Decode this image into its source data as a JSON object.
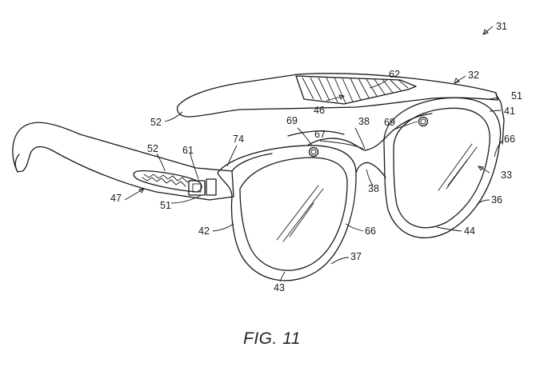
{
  "figure": {
    "caption": "FIG. 11",
    "reference_numerals": [
      {
        "id": "ref-31",
        "text": "31"
      },
      {
        "id": "ref-32",
        "text": "32"
      },
      {
        "id": "ref-62",
        "text": "62"
      },
      {
        "id": "ref-51-top",
        "text": "51"
      },
      {
        "id": "ref-41",
        "text": "41"
      },
      {
        "id": "ref-52-temple",
        "text": "52"
      },
      {
        "id": "ref-46",
        "text": "46"
      },
      {
        "id": "ref-69-left",
        "text": "69"
      },
      {
        "id": "ref-38-top",
        "text": "38"
      },
      {
        "id": "ref-69-right",
        "text": "69"
      },
      {
        "id": "ref-67",
        "text": "67"
      },
      {
        "id": "ref-74",
        "text": "74"
      },
      {
        "id": "ref-66-right",
        "text": "66"
      },
      {
        "id": "ref-52-arm",
        "text": "52"
      },
      {
        "id": "ref-61",
        "text": "61"
      },
      {
        "id": "ref-33",
        "text": "33"
      },
      {
        "id": "ref-47",
        "text": "47"
      },
      {
        "id": "ref-38-bridge",
        "text": "38"
      },
      {
        "id": "ref-36",
        "text": "36"
      },
      {
        "id": "ref-51-bottom",
        "text": "51"
      },
      {
        "id": "ref-42",
        "text": "42"
      },
      {
        "id": "ref-66-lower",
        "text": "66"
      },
      {
        "id": "ref-44",
        "text": "44"
      },
      {
        "id": "ref-37",
        "text": "37"
      },
      {
        "id": "ref-43",
        "text": "43"
      }
    ]
  }
}
